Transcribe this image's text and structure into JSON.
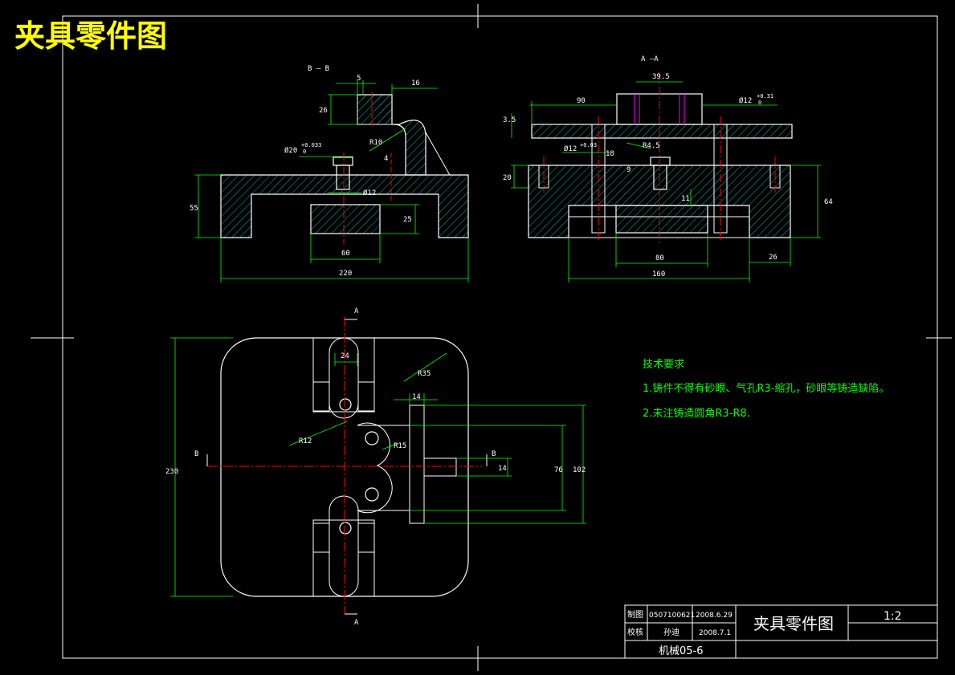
{
  "drawing_title": "夹具零件图",
  "section_labels": {
    "bb": "B — B",
    "aa": "A —A"
  },
  "plan_markers": {
    "a_top": "A",
    "a_bottom": "A",
    "b_left": "B",
    "b_right": "B"
  },
  "dims_bb": {
    "d5": "5",
    "d16": "16",
    "d26": "26",
    "r10": "R10",
    "phi20": "Ø20",
    "phi20_tol": "+0.033",
    "phi20_tol0": "0",
    "d4": "4",
    "phi12": "Ø12",
    "d55": "55",
    "d25": "25",
    "d60": "60",
    "d220": "220"
  },
  "dims_aa": {
    "d39": "39.5",
    "d90": "90",
    "phi12a": "Ø12",
    "phi12a_tol": "+0.31",
    "phi12a_tol0": "0",
    "d35": "3.5",
    "d20": "20",
    "phi12b": "Ø12",
    "phi12b_tol": "+0.03",
    "d18": "18",
    "r45": "R4.5",
    "d9": "9",
    "d11": "11",
    "d64": "64",
    "d80": "80",
    "d160": "160",
    "d26": "26"
  },
  "dims_plan": {
    "d24": "24",
    "r35": "R35",
    "d14a": "14",
    "r12": "R12",
    "r15": "R15",
    "d230": "230",
    "d14b": "14",
    "d76": "76",
    "d102": "102"
  },
  "notes": {
    "heading": "技术要求",
    "line1": "1.铸件不得有砂眼、气孔R3-缩孔，砂眼等铸造缺陷。",
    "line2": "2.未注铸造圆角R3-R8."
  },
  "title_block": {
    "r1_label": "制图",
    "r1_id": "0507100621",
    "r1_date": "2008.6.29",
    "r2_label": "校核",
    "r2_name": "孙迪",
    "r2_date": "2008.7.1",
    "drawing_name": "夹具零件图",
    "scale": "1:2",
    "class_code": "机械05-6"
  },
  "colors": {
    "outline": "#ffffff",
    "dimension": "#00ff00",
    "centerline": "#ff0000",
    "hatch": "#00aaaa",
    "title": "#ffff00",
    "hole": "#ff00ff"
  }
}
